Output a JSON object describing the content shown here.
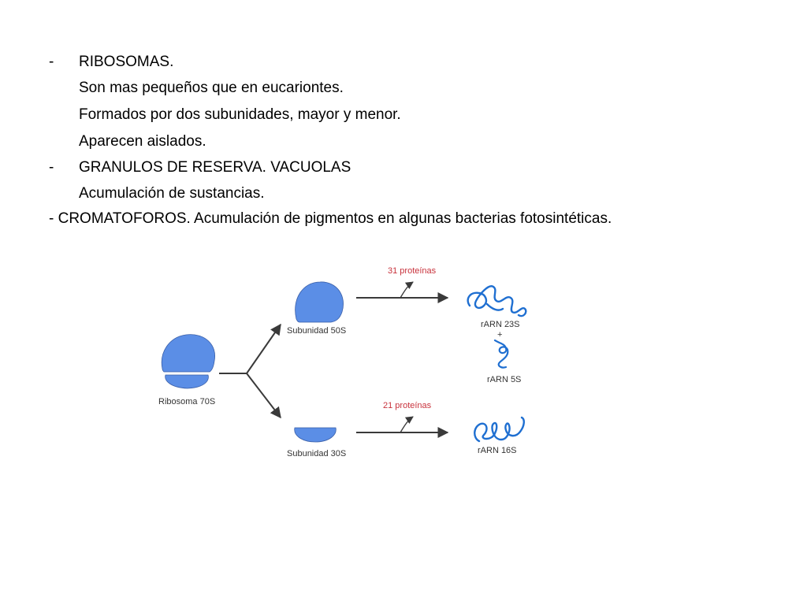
{
  "text": {
    "ribosomes": {
      "bullet": "-",
      "heading": "RIBOSOMAS.",
      "lines": [
        "Son mas pequeños que en eucariontes.",
        "Formados por dos subunidades, mayor y menor.",
        "Aparecen aislados."
      ]
    },
    "granules": {
      "bullet": "-",
      "heading": "GRANULOS DE RESERVA. VACUOLAS",
      "lines": [
        "Acumulación de sustancias."
      ]
    },
    "chromatophores": {
      "line": "- CROMATOFOROS. Acumulación de pigmentos en algunas bacterias fotosintéticas."
    }
  },
  "figure": {
    "ribosome_label": "Ribosoma 70S",
    "large_subunit_label": "Subunidad 50S",
    "small_subunit_label": "Subunidad 30S",
    "large_proteins_label": "31 proteínas",
    "small_proteins_label": "21 proteínas",
    "rrna_23s_label": "rARN 23S",
    "plus_sign": "+",
    "rrna_5s_label": "rARN 5S",
    "rrna_16s_label": "rARN 16S",
    "colors": {
      "subunit_fill": "#5b8ee6",
      "rna_stroke": "#1f6fd1",
      "protein_label": "#c8323c",
      "arrow": "#3a3a3a"
    }
  }
}
